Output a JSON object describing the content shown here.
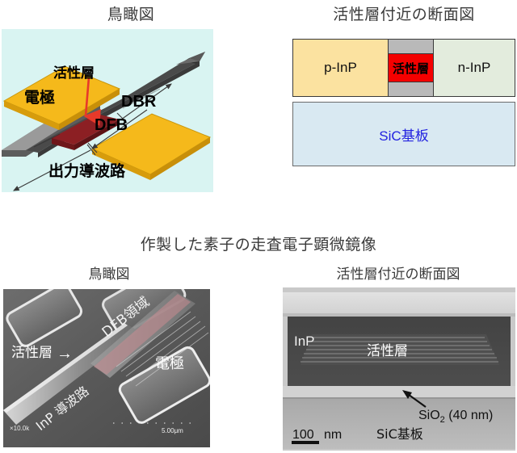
{
  "figure": {
    "top_left": {
      "title": "鳥瞰図",
      "labels": {
        "electrode": "電極",
        "active_layer": "活性層",
        "dbr": "DBR",
        "dfb": "DFB",
        "output_waveguide": "出力導波路"
      },
      "colors": {
        "background": "#d9f4f2",
        "electrode": "#f5b91b",
        "electrode_side": "#d79c0c",
        "waveguide_top": "#9a9a9a",
        "waveguide_side": "#6e6e6e",
        "grating_dark": "#4a4a4a",
        "active_layer": "#8c1f23",
        "arrow": "#e8392a"
      }
    },
    "top_right": {
      "title": "活性層付近の断面図",
      "regions": {
        "p_inp": "p-InP",
        "active_layer": "活性層",
        "n_inp": "n-InP",
        "substrate": "SiC基板"
      },
      "colors": {
        "p_inp": "#fbe2a0",
        "active_layer": "#f40000",
        "n_inp": "#e3ecdd",
        "cladding_gray": "#b9b9b9",
        "substrate": "#d9e9f2",
        "substrate_text": "#2222e0",
        "outline": "#3a3a3a"
      }
    },
    "section_title": "作製した素子の走査電子顕微鏡像",
    "bottom_left": {
      "subtitle": "鳥瞰図",
      "labels": {
        "active_layer": "活性層",
        "dfb_region": "DFB領域",
        "electrode": "電極",
        "inp_waveguide": "InP 導波路",
        "magnification": "×10.0k",
        "scale": "5.00μm"
      },
      "arrow": "→"
    },
    "bottom_right": {
      "subtitle": "活性層付近の断面図",
      "labels": {
        "inp": "InP",
        "active_layer": "活性層",
        "sio2": "SiO",
        "sio2_sub": "2",
        "sio2_thickness": " (40 nm)",
        "scale_value": "100",
        "scale_unit": "nm",
        "substrate": "SiC基板"
      }
    }
  }
}
